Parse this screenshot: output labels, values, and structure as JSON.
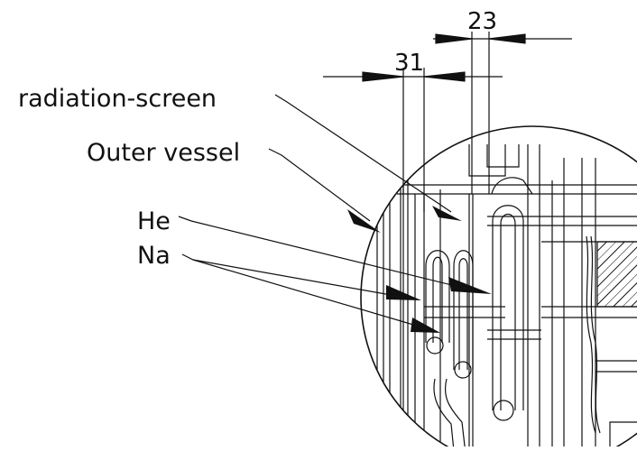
{
  "drawing": {
    "labels": {
      "radiation_screen": "radiation-screen",
      "outer_vessel": "Outer vessel",
      "he": "He",
      "na": "Na"
    },
    "dimensions": {
      "d23": "23",
      "d31": "31"
    },
    "colors": {
      "line": "#111111",
      "background": "#ffffff"
    }
  }
}
